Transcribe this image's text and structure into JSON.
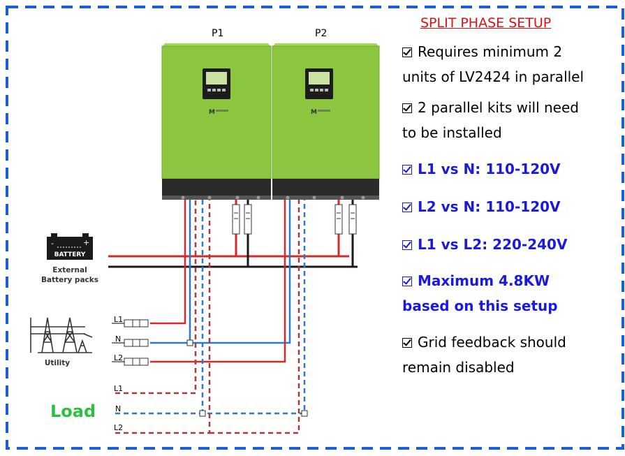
{
  "units": [
    {
      "label": "P1",
      "brand": "M"
    },
    {
      "label": "P2",
      "brand": "M"
    }
  ],
  "battery": {
    "label": "BATTERY",
    "caption_line1": "External",
    "caption_line2": "Battery packs"
  },
  "utility": {
    "caption": "Utility",
    "lines": [
      "L1",
      "N",
      "L2"
    ]
  },
  "load": {
    "caption": "Load",
    "lines": [
      "L1",
      "N",
      "L2"
    ]
  },
  "setup": {
    "title": "SPLIT PHASE SETUP",
    "items": [
      {
        "text1": "Requires minimum 2",
        "text2": "units of LV2424 in parallel",
        "bold": false
      },
      {
        "text1": "2 parallel kits will need",
        "text2": "to be installed",
        "bold": false
      },
      {
        "text1": "L1 vs N: 110-120V",
        "text2": "",
        "bold": true
      },
      {
        "text1": "L2 vs N: 110-120V",
        "text2": "",
        "bold": true
      },
      {
        "text1": "L1 vs L2: 220-240V",
        "text2": "",
        "bold": true
      },
      {
        "text1": "Maximum 4.8KW",
        "text2": "based on this setup",
        "bold": true
      },
      {
        "text1": "Grid feedback should",
        "text2": "remain disabled",
        "bold": false
      }
    ]
  },
  "colors": {
    "border": "#1a5fd6",
    "inverter": "#8cc63f",
    "inverter_dark": "#2b2b2b",
    "live": "#d62828",
    "neutral": "#2e78c8",
    "dc_negative": "#1a1a1a",
    "load_text": "#2fbf3f",
    "title": "#e01010",
    "bold_text": "#1a1ad8"
  }
}
